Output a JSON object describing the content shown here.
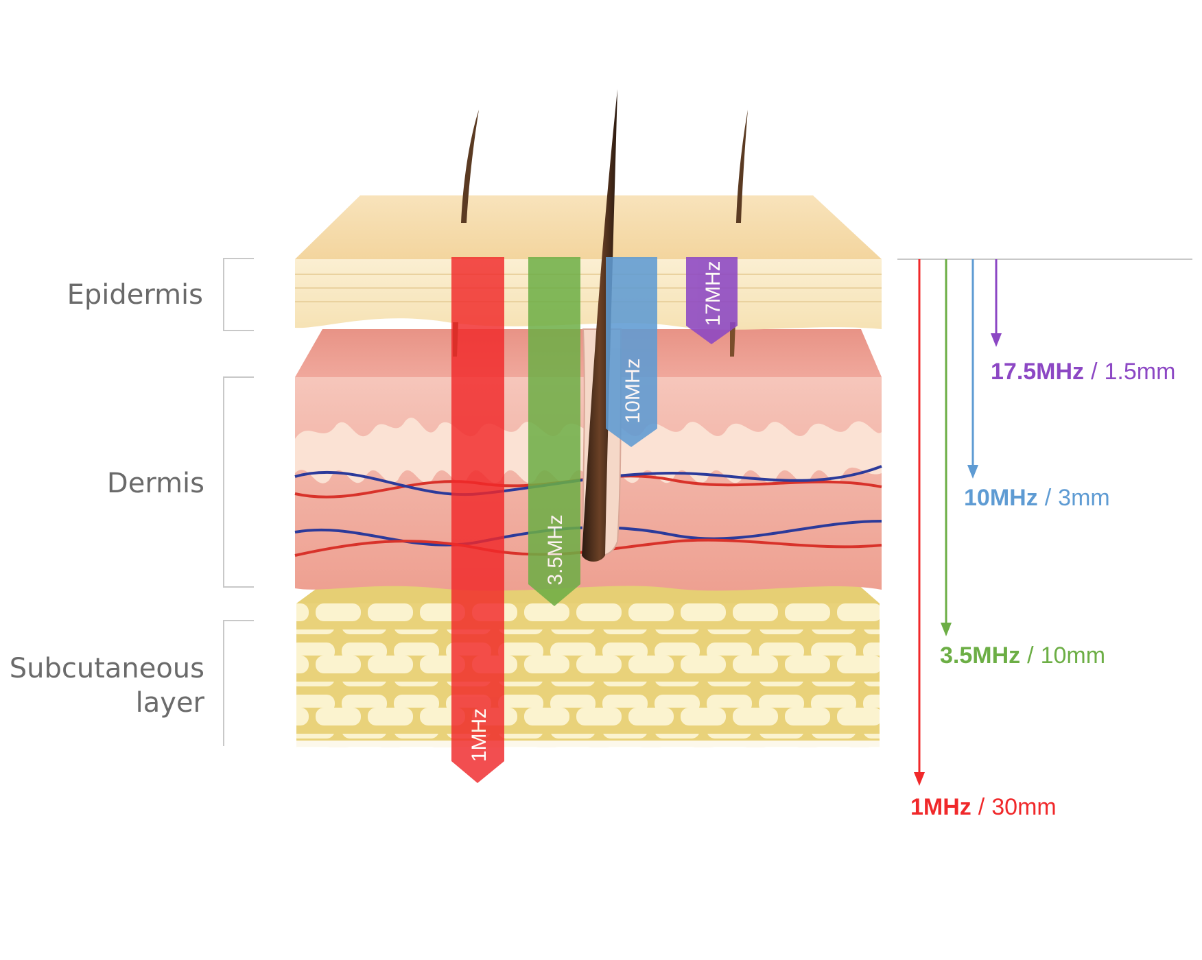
{
  "layers": {
    "epidermis": "Epidermis",
    "dermis": "Dermis",
    "subcutaneous_line1": "Subcutaneous",
    "subcutaneous_line2": "layer"
  },
  "colors": {
    "red": "#f0282a",
    "green": "#6cae45",
    "blue": "#5e9bd3",
    "purple": "#8c47c4",
    "bracket": "#c8c8c8",
    "epidermis": "#f7dcae",
    "dermis": "#f1a9a0",
    "fat": "#f1e08c"
  },
  "probes": [
    {
      "bar_label": "1MHz",
      "color": "#f0282a",
      "frequency": "1MHz",
      "separator": "/",
      "depth": "30mm",
      "depth_mm": 30
    },
    {
      "bar_label": "3.5MHz",
      "color": "#6cae45",
      "frequency": "3.5MHz",
      "separator": "/",
      "depth": "10mm",
      "depth_mm": 10
    },
    {
      "bar_label": "10MHz",
      "color": "#5e9bd3",
      "frequency": "10MHz",
      "separator": "/",
      "depth": "3mm",
      "depth_mm": 3
    },
    {
      "bar_label": "17MHz",
      "color": "#8c47c4",
      "frequency": "17.5MHz",
      "separator": "/",
      "depth": "1.5mm",
      "depth_mm": 1.5
    }
  ]
}
